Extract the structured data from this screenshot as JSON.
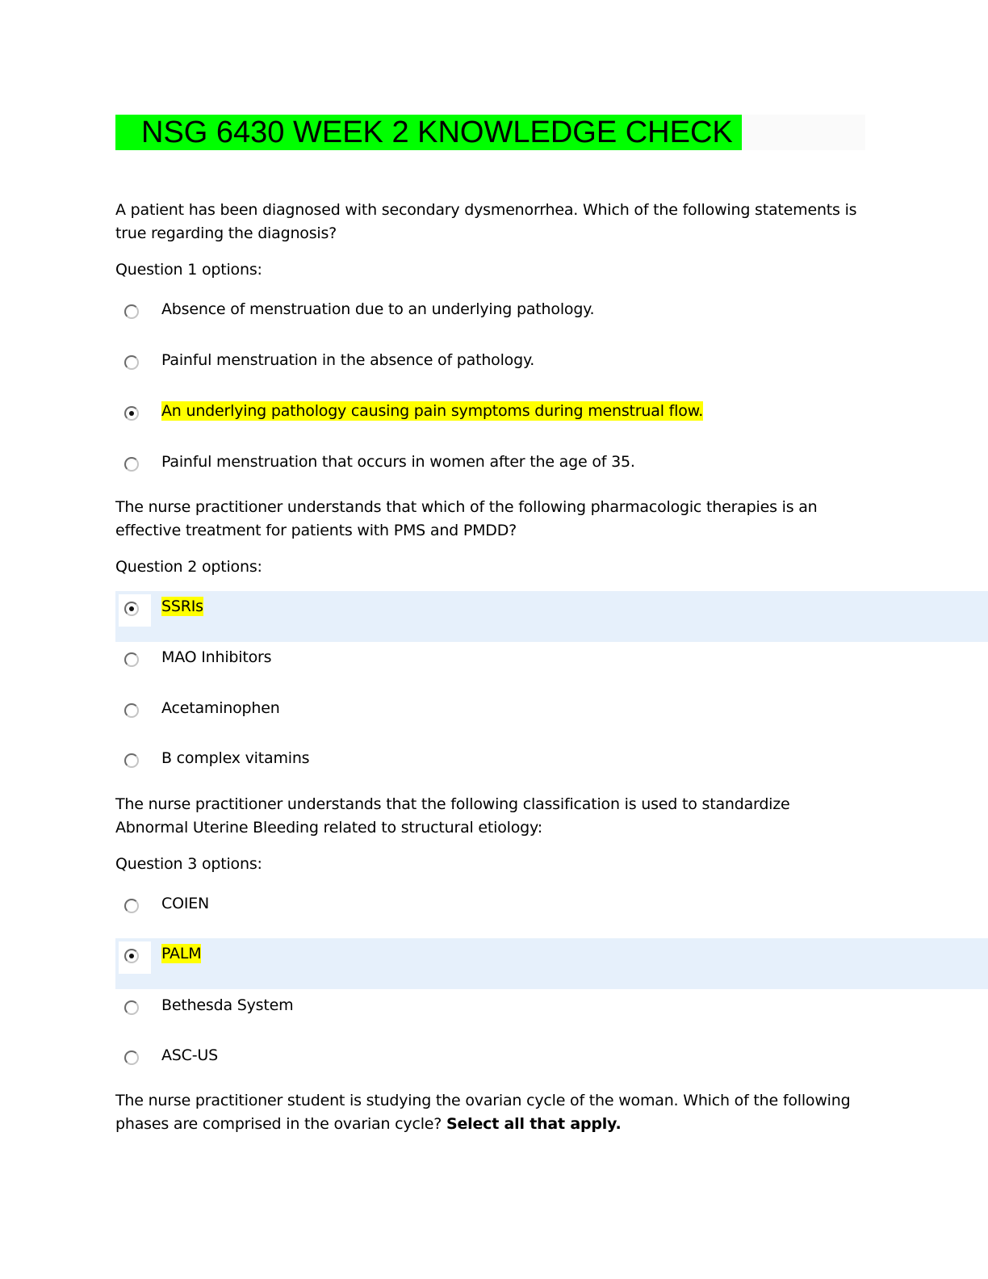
{
  "title": "NSG 6430 WEEK 2 KNOWLEDGE CHECK",
  "questions": [
    {
      "text": "A patient has been diagnosed with secondary dysmenorrhea. Which of the following statements is true regarding the diagnosis?",
      "options_label": "Question 1 options:",
      "options": [
        {
          "label": "Absence of menstruation due to an underlying pathology.",
          "selected": false
        },
        {
          "label": "Painful menstruation in the absence of pathology.",
          "selected": false
        },
        {
          "label": "An underlying pathology causing pain symptoms during menstrual flow.",
          "selected": true
        },
        {
          "label": "Painful menstruation that occurs in women after the age of 35.",
          "selected": false
        }
      ]
    },
    {
      "text": "The nurse practitioner understands that which of the following pharmacologic therapies is an effective treatment for patients with PMS and PMDD?",
      "options_label": "Question 2 options:",
      "options": [
        {
          "label": "SSRIs",
          "selected": true
        },
        {
          "label": "MAO Inhibitors",
          "selected": false
        },
        {
          "label": "Acetaminophen",
          "selected": false
        },
        {
          "label": "B complex vitamins",
          "selected": false
        }
      ]
    },
    {
      "text": "The nurse practitioner understands that the following classification is used to standardize Abnormal Uterine Bleeding related to structural etiology:",
      "options_label": "Question 3 options:",
      "options": [
        {
          "label": "COIEN",
          "selected": false
        },
        {
          "label": "PALM",
          "selected": true
        },
        {
          "label": "Bethesda System",
          "selected": false
        },
        {
          "label": "ASC-US",
          "selected": false
        }
      ]
    },
    {
      "text": "The nurse practitioner student is studying the ovarian cycle of the woman. Which of the following phases are comprised in the ovarian cycle?",
      "emphasis": "Select all that apply."
    }
  ]
}
